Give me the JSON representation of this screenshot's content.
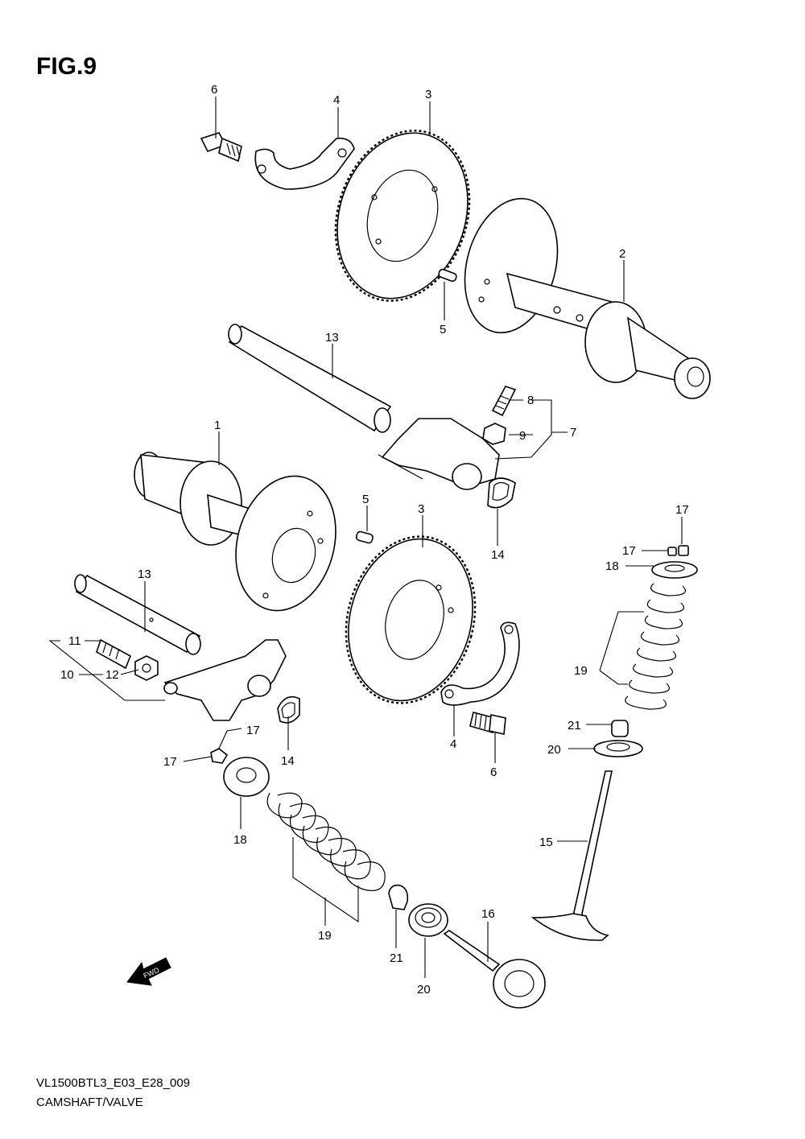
{
  "figure": {
    "title": "FIG.9",
    "model_code": "VL1500BTL3_E03_E28_009",
    "caption": "CAMSHAFT/VALVE",
    "direction_marker": "FWD"
  },
  "callouts": [
    {
      "id": "c6a",
      "number": "6"
    },
    {
      "id": "c4a",
      "number": "4"
    },
    {
      "id": "c3a",
      "number": "3"
    },
    {
      "id": "c2",
      "number": "2"
    },
    {
      "id": "c5a",
      "number": "5"
    },
    {
      "id": "c13a",
      "number": "13"
    },
    {
      "id": "c8",
      "number": "8"
    },
    {
      "id": "c9",
      "number": "9"
    },
    {
      "id": "c7",
      "number": "7"
    },
    {
      "id": "c1",
      "number": "1"
    },
    {
      "id": "c5b",
      "number": "5"
    },
    {
      "id": "c3b",
      "number": "3"
    },
    {
      "id": "c14a",
      "number": "14"
    },
    {
      "id": "c17a",
      "number": "17"
    },
    {
      "id": "c17b",
      "number": "17"
    },
    {
      "id": "c18a",
      "number": "18"
    },
    {
      "id": "c13b",
      "number": "13"
    },
    {
      "id": "c11",
      "number": "11"
    },
    {
      "id": "c12",
      "number": "12"
    },
    {
      "id": "c10",
      "number": "10"
    },
    {
      "id": "c19a",
      "number": "19"
    },
    {
      "id": "c21a",
      "number": "21"
    },
    {
      "id": "c20a",
      "number": "20"
    },
    {
      "id": "c17c",
      "number": "17"
    },
    {
      "id": "c17d",
      "number": "17"
    },
    {
      "id": "c14b",
      "number": "14"
    },
    {
      "id": "c4b",
      "number": "4"
    },
    {
      "id": "c6b",
      "number": "6"
    },
    {
      "id": "c15",
      "number": "15"
    },
    {
      "id": "c18b",
      "number": "18"
    },
    {
      "id": "c19b",
      "number": "19"
    },
    {
      "id": "c16",
      "number": "16"
    },
    {
      "id": "c21b",
      "number": "21"
    },
    {
      "id": "c20b",
      "number": "20"
    }
  ]
}
